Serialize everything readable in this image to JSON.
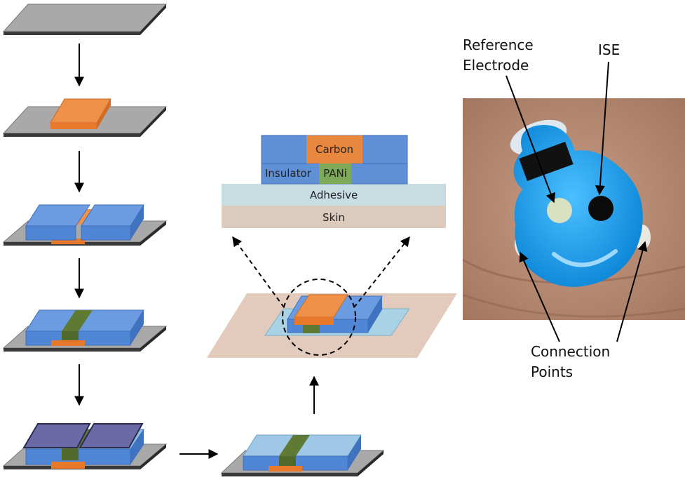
{
  "cross_section": {
    "carbon": "Carbon",
    "insulator": "Insulator",
    "pani": "PANi",
    "adhesive": "Adhesive",
    "skin": "Skin"
  },
  "photo_labels": {
    "reference_line1": "Reference",
    "reference_line2": "Electrode",
    "ise": "ISE",
    "connection_line1": "Connection",
    "connection_line2": "Points"
  },
  "colors": {
    "substrate": "#9a9a9a",
    "carbon": "#e8823a",
    "insulator": "#5b8fd8",
    "pani": "#5f7a35",
    "light_layer": "#9ec8e6",
    "purple_layer": "#6a6aa8",
    "adhesive": "#c5dce2",
    "skin": "#dcc6b8",
    "sensor_blue": "#1fa0f0"
  }
}
